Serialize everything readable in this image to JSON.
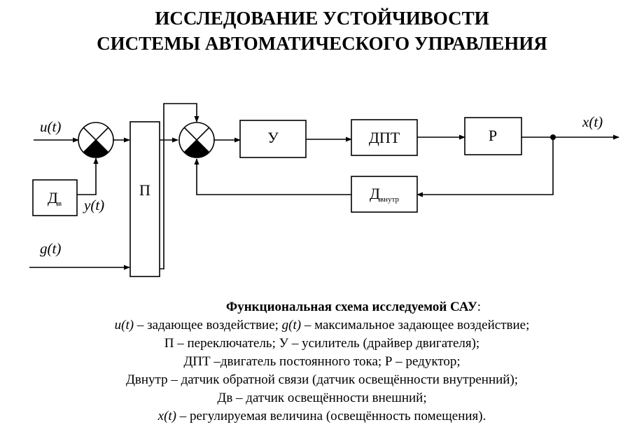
{
  "title": {
    "line1": "ИССЛЕДОВАНИЕ УСТОЙЧИВОСТИ",
    "line2": "СИСТЕМЫ АВТОМАТИЧЕСКОГО УПРАВЛЕНИЯ"
  },
  "diagram": {
    "signals": {
      "u": "u(t)",
      "g": "g(t)",
      "y": "y(t)",
      "x": "x(t)"
    },
    "blocks": {
      "dv_main": "Д",
      "dv_sub": "в",
      "switch": "П",
      "amplifier": "У",
      "motor": "ДПТ",
      "reducer": "Р",
      "dvnutr_main": "Д",
      "dvnutr_sub": "внутр"
    }
  },
  "caption": {
    "heading": "Функциональная схема исследуемой САУ",
    "heading_colon": ":",
    "line1_u": "u(t)",
    "line1_a": " – задающее воздействие; ",
    "line1_g": "g(t)",
    "line1_b": " – максимальное задающее воздействие;",
    "line2": "П – переключатель; У – усилитель (драйвер двигателя);",
    "line3": "ДПТ –двигатель постоянного тока; Р – редуктор;",
    "line4": "Двнутр – датчик обратной связи (датчик освещённости внутренний);",
    "line5": "Дв – датчик освещённости внешний;",
    "line6_x": "x(t)",
    "line6_b": " –  регулируемая величина (освещённость помещения)."
  }
}
